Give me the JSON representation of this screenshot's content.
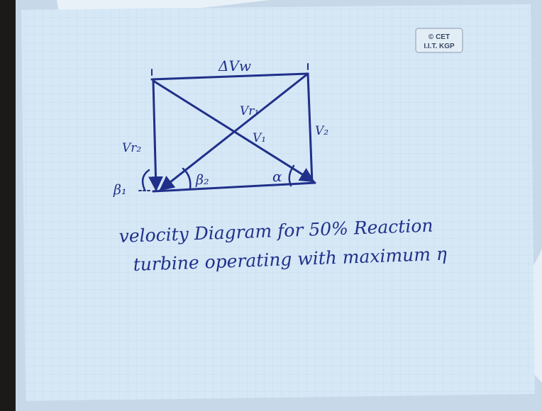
{
  "watermark": {
    "line1": "© CET",
    "line2": "I.I.T. KGP"
  },
  "diagram": {
    "top_label": "ΔVw",
    "labels": {
      "vr1": "Vr₁",
      "v1": "V₁",
      "v2": "V₂",
      "vr2": "Vr₂",
      "beta1": "β₁",
      "beta2": "β₂",
      "alpha": "α"
    }
  },
  "caption": {
    "line1": "velocity Diagram for 50% Reaction",
    "line2": "turbine operating with maximum η"
  },
  "colors": {
    "ink": "#20308a",
    "paper": "#d6e8f6",
    "grid": "#b4cde6",
    "desk": "#1c1a18"
  }
}
